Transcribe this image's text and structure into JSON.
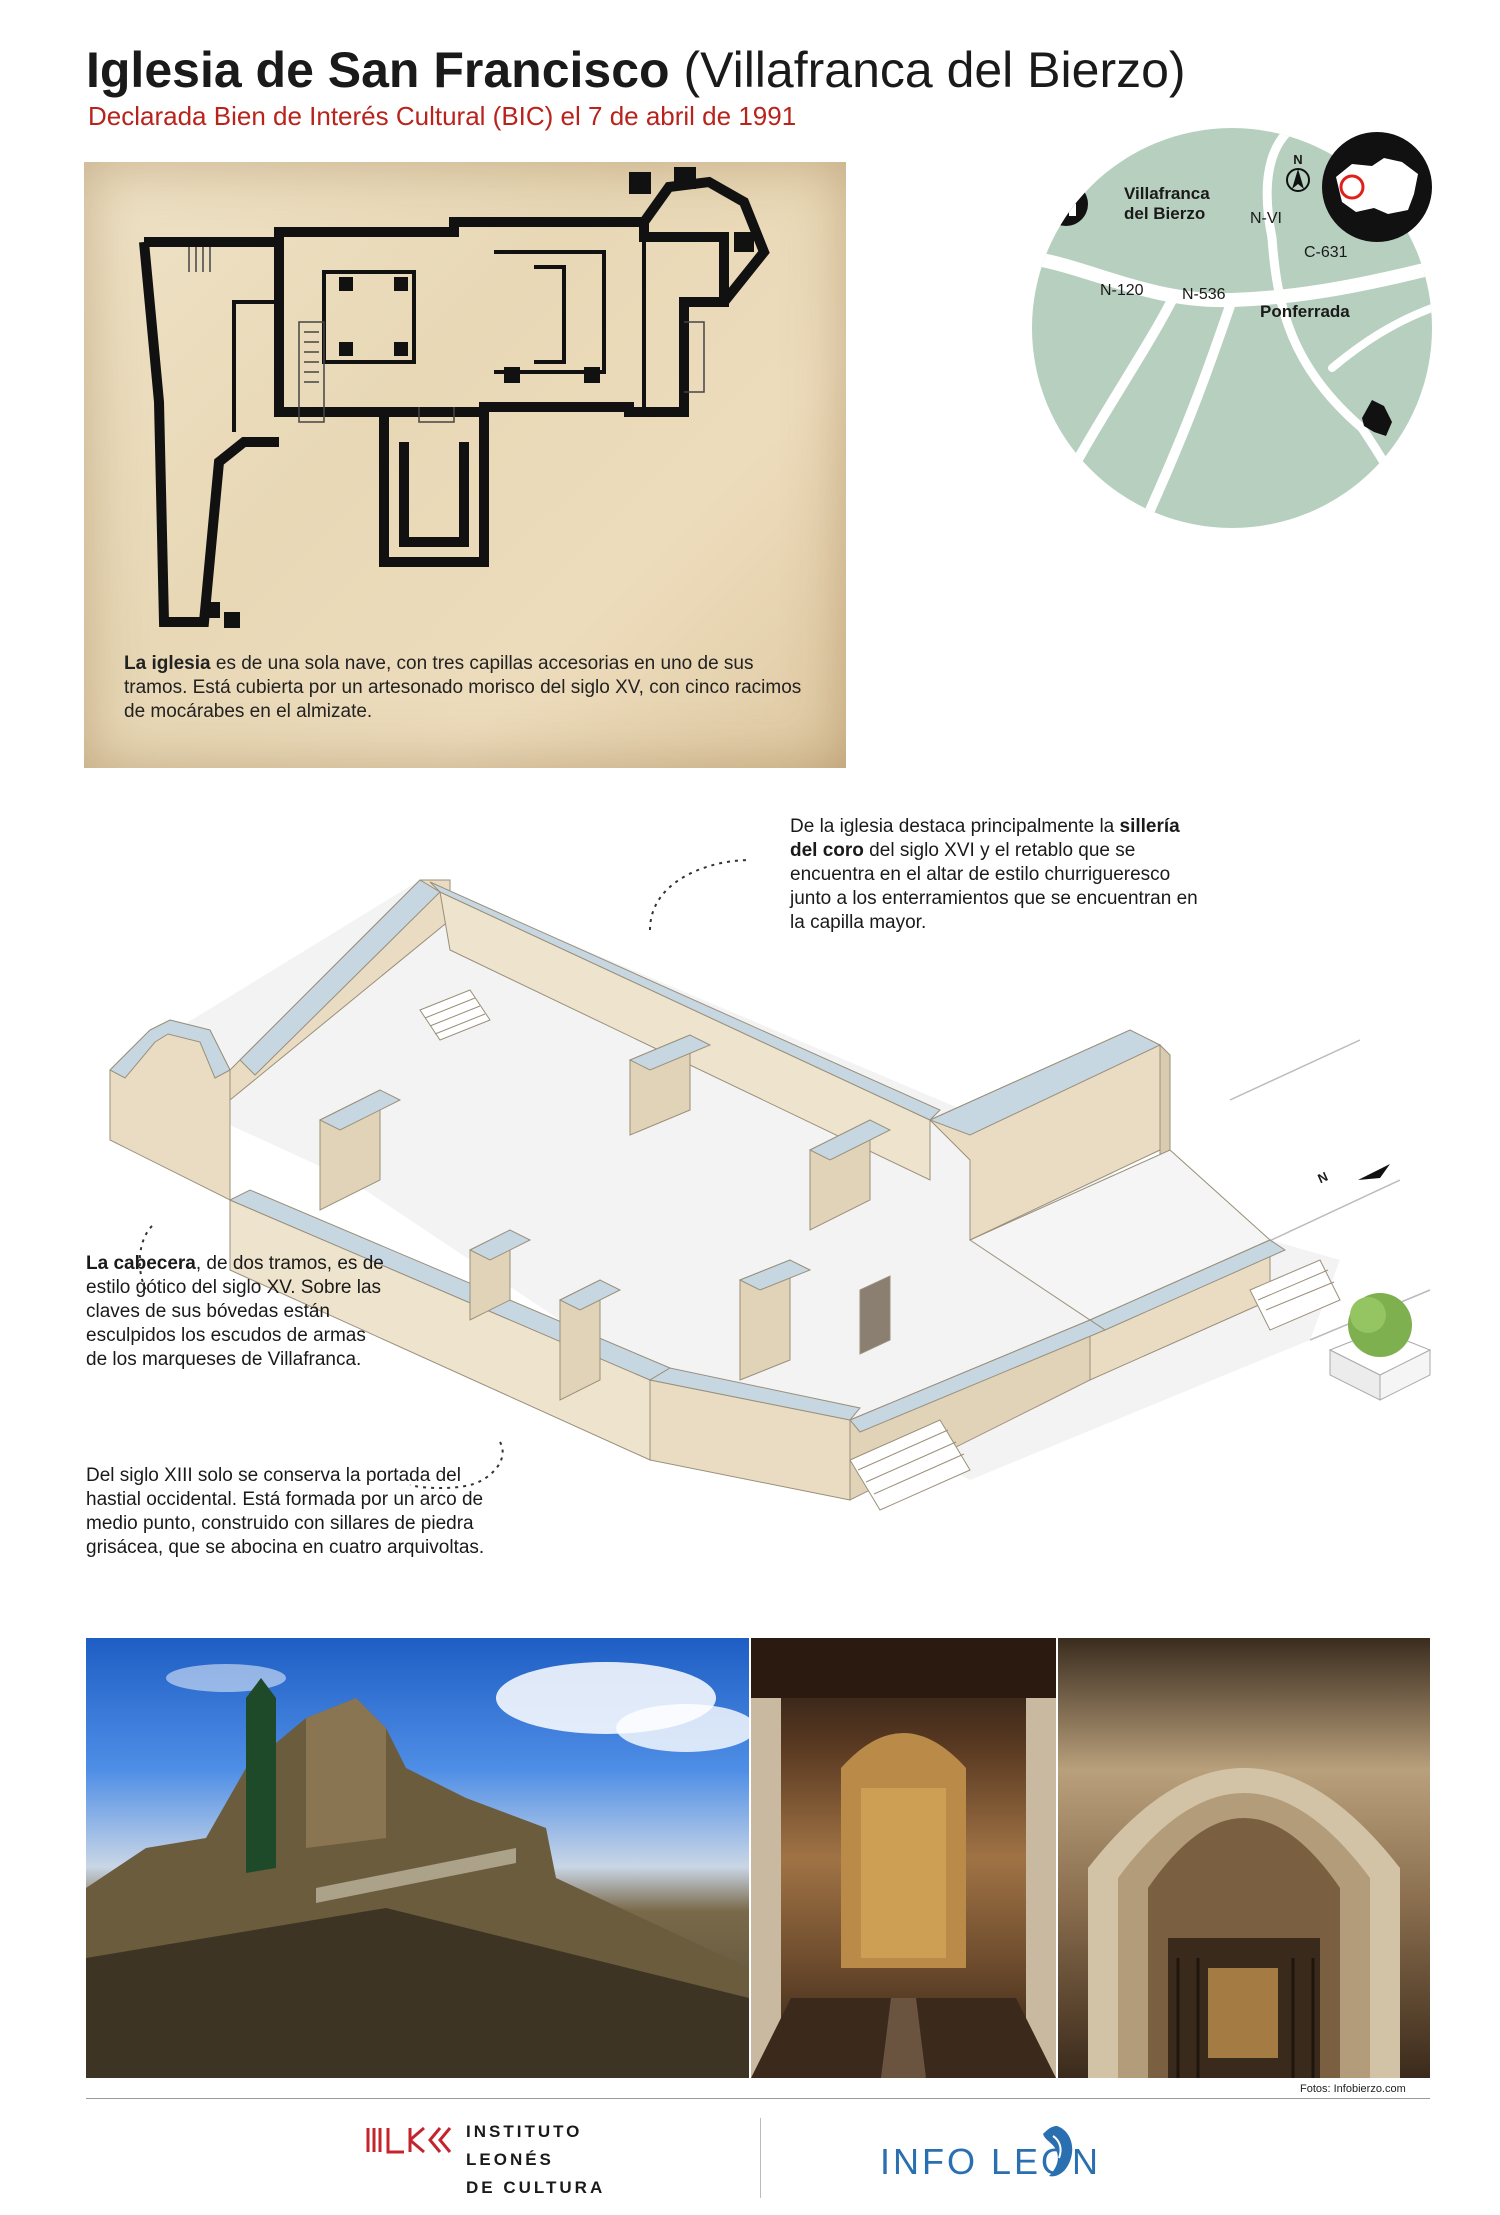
{
  "header": {
    "title_bold": "Iglesia de San Francisco",
    "title_light": "(Villafranca del Bierzo)",
    "subtitle": "Declarada Bien de Interés Cultural (BIC) el 7 de abril de 1991"
  },
  "plan": {
    "text_bold": "La iglesia",
    "text_rest": " es de una sola nave, con tres capillas accesorias en uno de sus tramos. Está cubierta por un artesonado morisco del siglo XV, con cinco racimos de mocárabes en el almizate."
  },
  "map": {
    "north": "N",
    "place_villafranca_1": "Villafranca",
    "place_villafranca_2": "del Bierzo",
    "road_nvi": "N-VI",
    "road_c631": "C-631",
    "road_n120": "N-120",
    "road_n536": "N-536",
    "place_ponferrada": "Ponferrada",
    "icons": [
      "church-icon",
      "north-arrow-icon",
      "province-silhouette-icon"
    ],
    "colors": {
      "land": "#b7cfbf",
      "road": "#ffffff",
      "marker": "#e0201a"
    }
  },
  "isometric": {
    "north": "N"
  },
  "notes": {
    "coro_pre": "De la iglesia destaca principalmente la ",
    "coro_bold": "sillería del coro",
    "coro_post": " del siglo XVI y el retablo que se encuentra en el altar de estilo churrigueresco junto a los enterramientos que se encuentran en la capilla mayor.",
    "cabecera_bold": "La cabecera",
    "cabecera_post": ", de dos tramos, es de estilo gótico del siglo XV. Sobre las claves de sus bóvedas están esculpidos los escudos de armas de los marqueses de Villafranca.",
    "xiii": "Del siglo XIII solo se conserva la portada del hastial occidental. Está formada por un arco de medio punto, construido con sillares de piedra grisácea, que se abocina en cuatro arquivoltas."
  },
  "photos": {
    "credit": "Fotos: Infobierzo.com"
  },
  "footer": {
    "ilc_line1": "INSTITUTO",
    "ilc_line2": "LEONÉS",
    "ilc_line3": "DE CULTURA",
    "infoleon": "INFO LEON",
    "colors": {
      "ilc_red": "#c4252d",
      "infoleon_blue": "#2a6fb0"
    }
  }
}
